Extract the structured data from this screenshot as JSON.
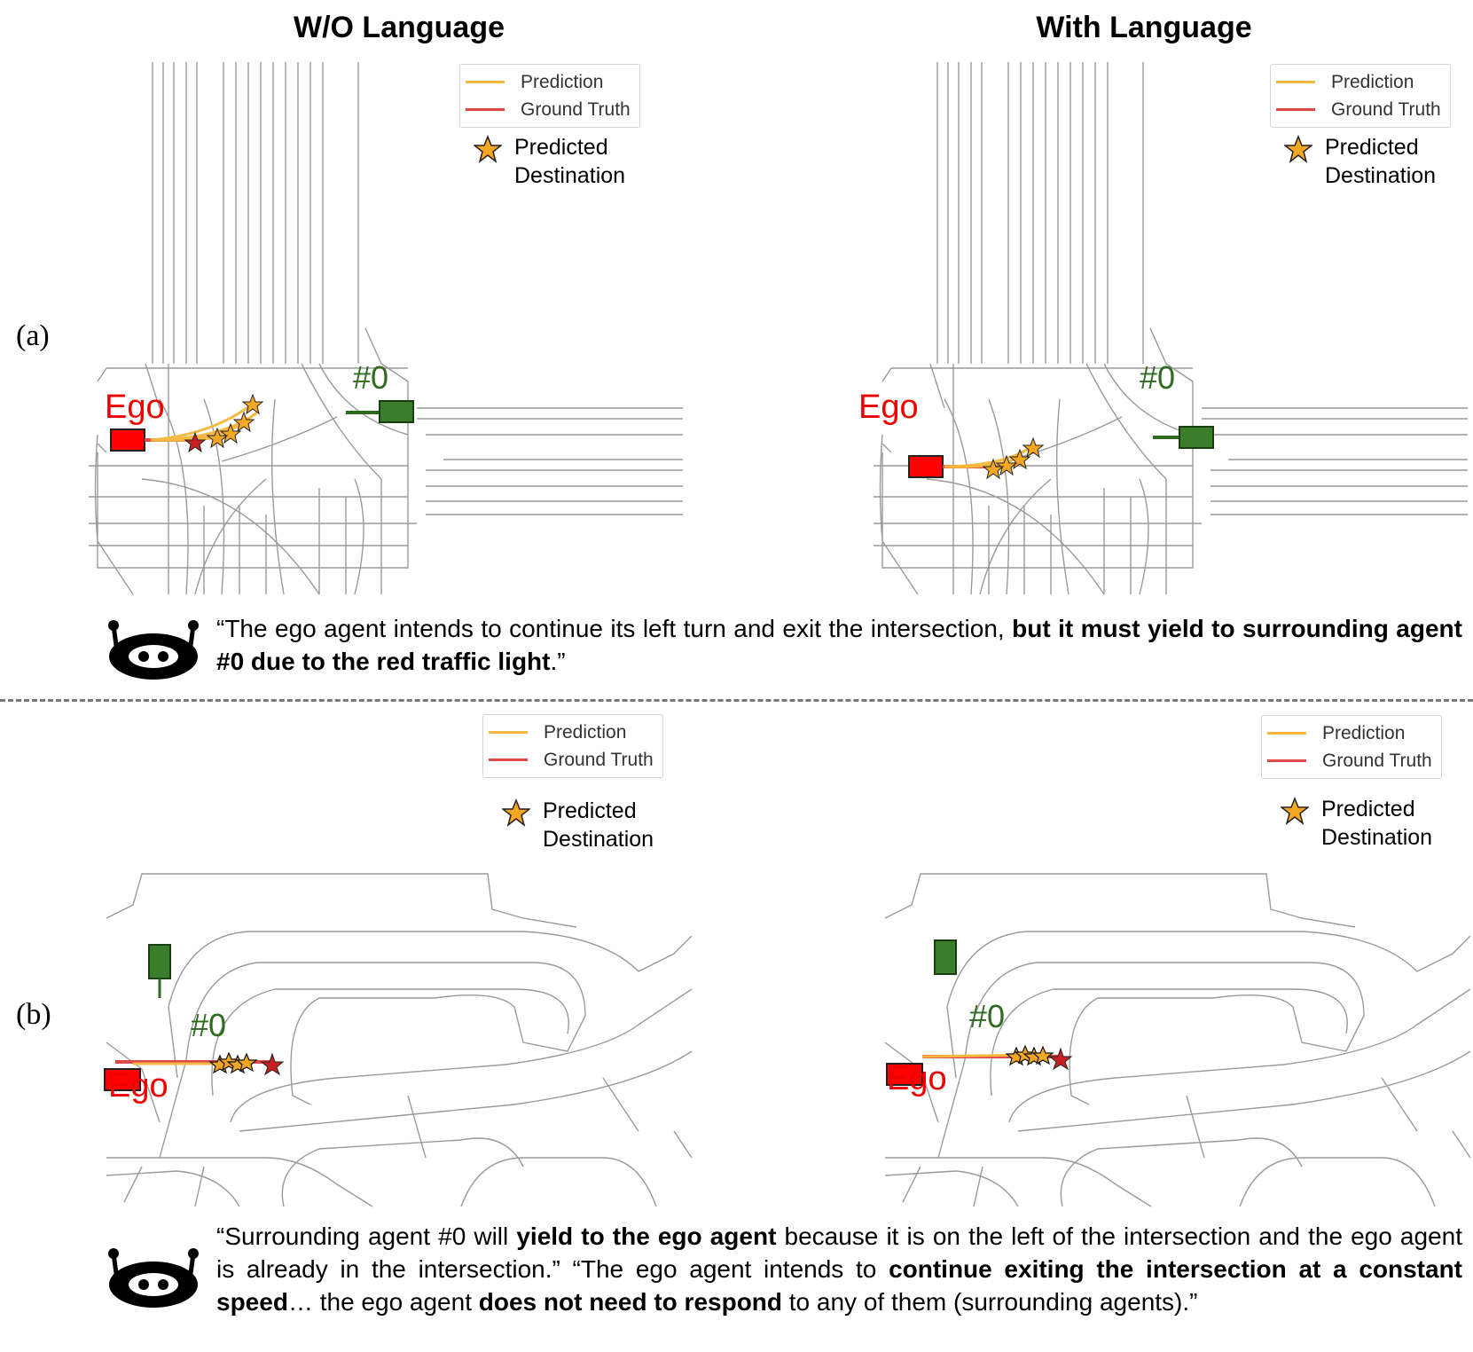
{
  "headers": {
    "left": "W/O Language",
    "right": "With Language"
  },
  "legend": {
    "prediction": "Prediction",
    "ground_truth": "Ground Truth",
    "predicted_destination_line1": "Predicted",
    "predicted_destination_line2": "Destination",
    "prediction_color": "#f5b942",
    "ground_truth_color": "#e04848",
    "star_color": "#f5a623"
  },
  "panel_a": {
    "label": "(a)",
    "ego_label": "Ego",
    "agent_label": "#0",
    "caption": {
      "plain": "“The ego agent intends to continue its left turn and exit the intersection, ",
      "bold": "but it must yield to surrounding agent #0 due to the red traffic light",
      "tail": ".”"
    }
  },
  "panel_b": {
    "label": "(b)",
    "ego_label": "Ego",
    "agent_label": "#0",
    "caption": {
      "p1": "“Surrounding agent #0 will ",
      "b1": "yield to the ego agent",
      "p2": " because it is on the left of the intersection and the ego agent is already in the intersection.” “The ego agent intends to ",
      "b2": "continue exiting the intersection at a constant speed",
      "p3": "… the ego agent ",
      "b3": "does not need to respond",
      "p4": " to any of them (surrounding agents).”"
    }
  },
  "colors": {
    "ego": "#ff0000",
    "agent": "#3a7d2a",
    "road": "#9a9a9a"
  }
}
